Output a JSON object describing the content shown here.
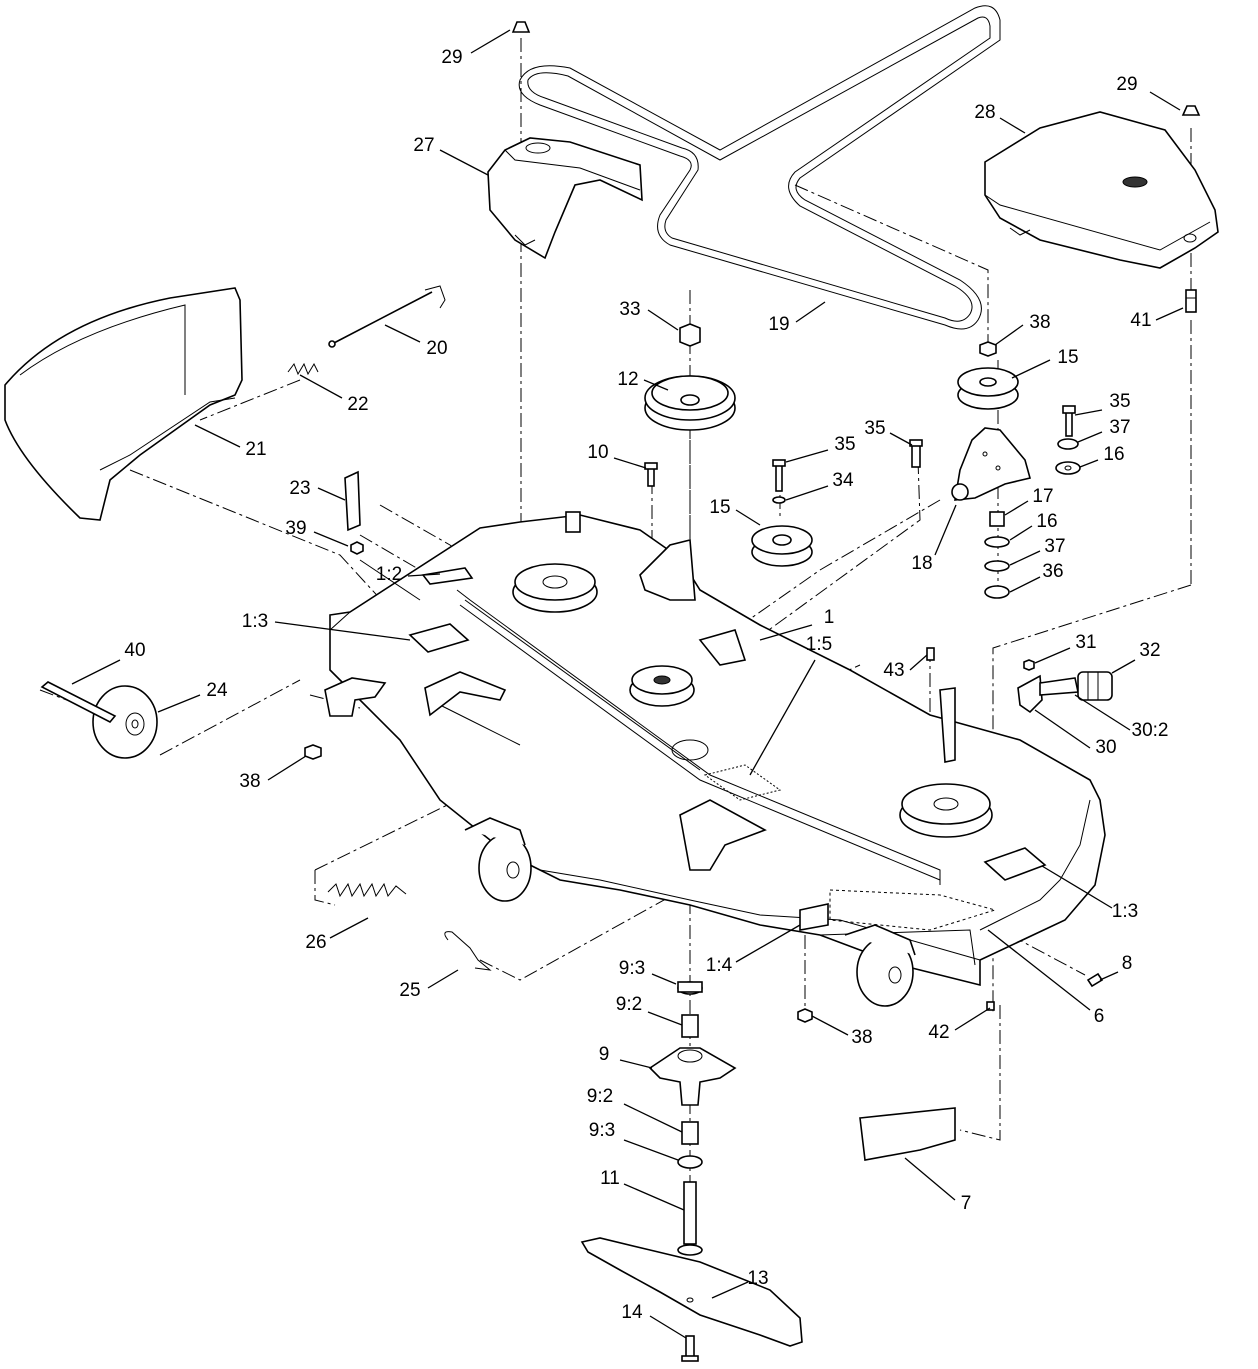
{
  "callouts": [
    {
      "id": "c-29a",
      "label": "29"
    },
    {
      "id": "c-29b",
      "label": "29"
    },
    {
      "id": "c-27",
      "label": "27"
    },
    {
      "id": "c-28",
      "label": "28"
    },
    {
      "id": "c-19",
      "label": "19"
    },
    {
      "id": "c-41",
      "label": "41"
    },
    {
      "id": "c-20",
      "label": "20"
    },
    {
      "id": "c-22",
      "label": "22"
    },
    {
      "id": "c-21",
      "label": "21"
    },
    {
      "id": "c-33",
      "label": "33"
    },
    {
      "id": "c-12",
      "label": "12"
    },
    {
      "id": "c-38a",
      "label": "38"
    },
    {
      "id": "c-15a",
      "label": "15"
    },
    {
      "id": "c-35a",
      "label": "35"
    },
    {
      "id": "c-37a",
      "label": "37"
    },
    {
      "id": "c-16a",
      "label": "16"
    },
    {
      "id": "c-35b",
      "label": "35"
    },
    {
      "id": "c-35c",
      "label": "35"
    },
    {
      "id": "c-10",
      "label": "10"
    },
    {
      "id": "c-34",
      "label": "34"
    },
    {
      "id": "c-15b",
      "label": "15"
    },
    {
      "id": "c-17",
      "label": "17"
    },
    {
      "id": "c-16b",
      "label": "16"
    },
    {
      "id": "c-18",
      "label": "18"
    },
    {
      "id": "c-37b",
      "label": "37"
    },
    {
      "id": "c-36",
      "label": "36"
    },
    {
      "id": "c-23",
      "label": "23"
    },
    {
      "id": "c-39",
      "label": "39"
    },
    {
      "id": "c-1-2",
      "label": "1:2"
    },
    {
      "id": "c-1-3a",
      "label": "1:3"
    },
    {
      "id": "c-1",
      "label": "1"
    },
    {
      "id": "c-1-5",
      "label": "1:5"
    },
    {
      "id": "c-40",
      "label": "40"
    },
    {
      "id": "c-24",
      "label": "24"
    },
    {
      "id": "c-38b",
      "label": "38"
    },
    {
      "id": "c-43",
      "label": "43"
    },
    {
      "id": "c-31",
      "label": "31"
    },
    {
      "id": "c-32",
      "label": "32"
    },
    {
      "id": "c-30-2",
      "label": "30:2"
    },
    {
      "id": "c-30",
      "label": "30"
    },
    {
      "id": "c-1-3b",
      "label": "1:3"
    },
    {
      "id": "c-26",
      "label": "26"
    },
    {
      "id": "c-25",
      "label": "25"
    },
    {
      "id": "c-9-3a",
      "label": "9:3"
    },
    {
      "id": "c-1-4",
      "label": "1:4"
    },
    {
      "id": "c-8",
      "label": "8"
    },
    {
      "id": "c-9-2a",
      "label": "9:2"
    },
    {
      "id": "c-38c",
      "label": "38"
    },
    {
      "id": "c-42",
      "label": "42"
    },
    {
      "id": "c-6",
      "label": "6"
    },
    {
      "id": "c-9",
      "label": "9"
    },
    {
      "id": "c-9-2b",
      "label": "9:2"
    },
    {
      "id": "c-9-3b",
      "label": "9:3"
    },
    {
      "id": "c-7",
      "label": "7"
    },
    {
      "id": "c-11",
      "label": "11"
    },
    {
      "id": "c-13",
      "label": "13"
    },
    {
      "id": "c-14",
      "label": "14"
    }
  ]
}
